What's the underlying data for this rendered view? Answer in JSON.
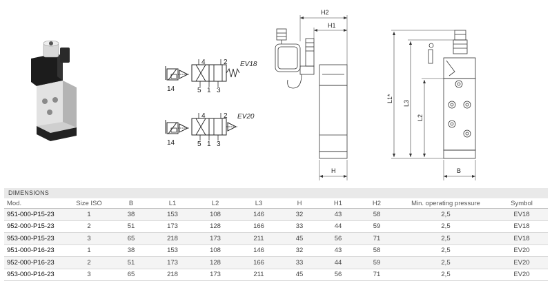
{
  "symbols": {
    "ev18": {
      "label": "EV18",
      "ports": {
        "p4": "4",
        "p2": "2",
        "p14": "14",
        "p5": "5",
        "p1": "1",
        "p3": "3"
      }
    },
    "ev20": {
      "label": "EV20",
      "ports": {
        "p4": "4",
        "p2": "2",
        "p14": "14",
        "p5": "5",
        "p1": "1",
        "p3": "3"
      }
    }
  },
  "side_view": {
    "h2": "H2",
    "h1": "H1",
    "h": "H"
  },
  "front_view": {
    "l1": "L1*",
    "l3": "L3",
    "l2": "L2",
    "b": "B"
  },
  "table": {
    "title": "DIMENSIONS",
    "columns": [
      "Mod.",
      "Size ISO",
      "B",
      "L1",
      "L2",
      "L3",
      "H",
      "H1",
      "H2",
      "Min. operating pressure",
      "Symbol"
    ],
    "rows": [
      [
        "951-000-P15-23",
        "1",
        "38",
        "153",
        "108",
        "146",
        "32",
        "43",
        "58",
        "2,5",
        "EV18"
      ],
      [
        "952-000-P15-23",
        "2",
        "51",
        "173",
        "128",
        "166",
        "33",
        "44",
        "59",
        "2,5",
        "EV18"
      ],
      [
        "953-000-P15-23",
        "3",
        "65",
        "218",
        "173",
        "211",
        "45",
        "56",
        "71",
        "2,5",
        "EV18"
      ],
      [
        "951-000-P16-23",
        "1",
        "38",
        "153",
        "108",
        "146",
        "32",
        "43",
        "58",
        "2,5",
        "EV20"
      ],
      [
        "952-000-P16-23",
        "2",
        "51",
        "173",
        "128",
        "166",
        "33",
        "44",
        "59",
        "2,5",
        "EV20"
      ],
      [
        "953-000-P16-23",
        "3",
        "65",
        "218",
        "173",
        "211",
        "45",
        "56",
        "71",
        "2,5",
        "EV20"
      ]
    ]
  }
}
